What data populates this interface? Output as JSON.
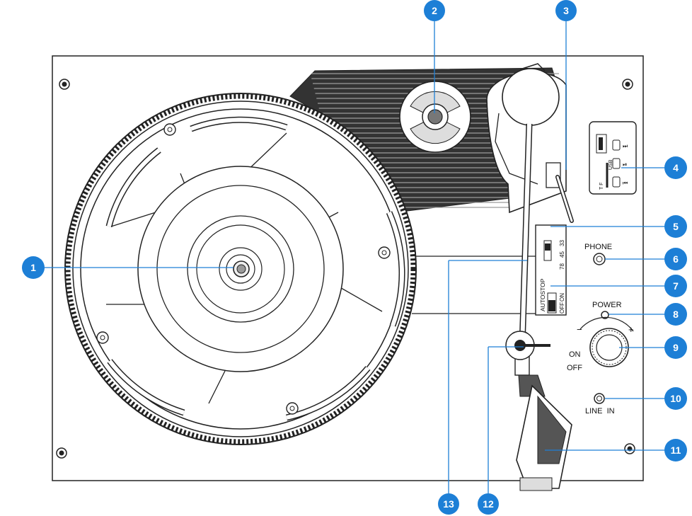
{
  "colors": {
    "callout": "#1d7fd6",
    "stroke": "#222222",
    "panel": "#ffffff",
    "fin": "#3a3a3a"
  },
  "callouts": [
    "1",
    "2",
    "3",
    "4",
    "5",
    "6",
    "7",
    "8",
    "9",
    "10",
    "11",
    "12",
    "13"
  ],
  "panel_labels": {
    "phone": "PHONE",
    "power": "POWER",
    "on": "ON",
    "off": "OFF",
    "line_in": "LINE  IN",
    "minus": "−",
    "plus": "+"
  },
  "speed_switch": {
    "s33": "33",
    "s45": "45",
    "s78": "78"
  },
  "autostop_switch": {
    "title": "AUTOSTOP",
    "off": "OFF",
    "on": "ON"
  },
  "usb_module": {
    "usb": "USB",
    "tf": "T F"
  }
}
